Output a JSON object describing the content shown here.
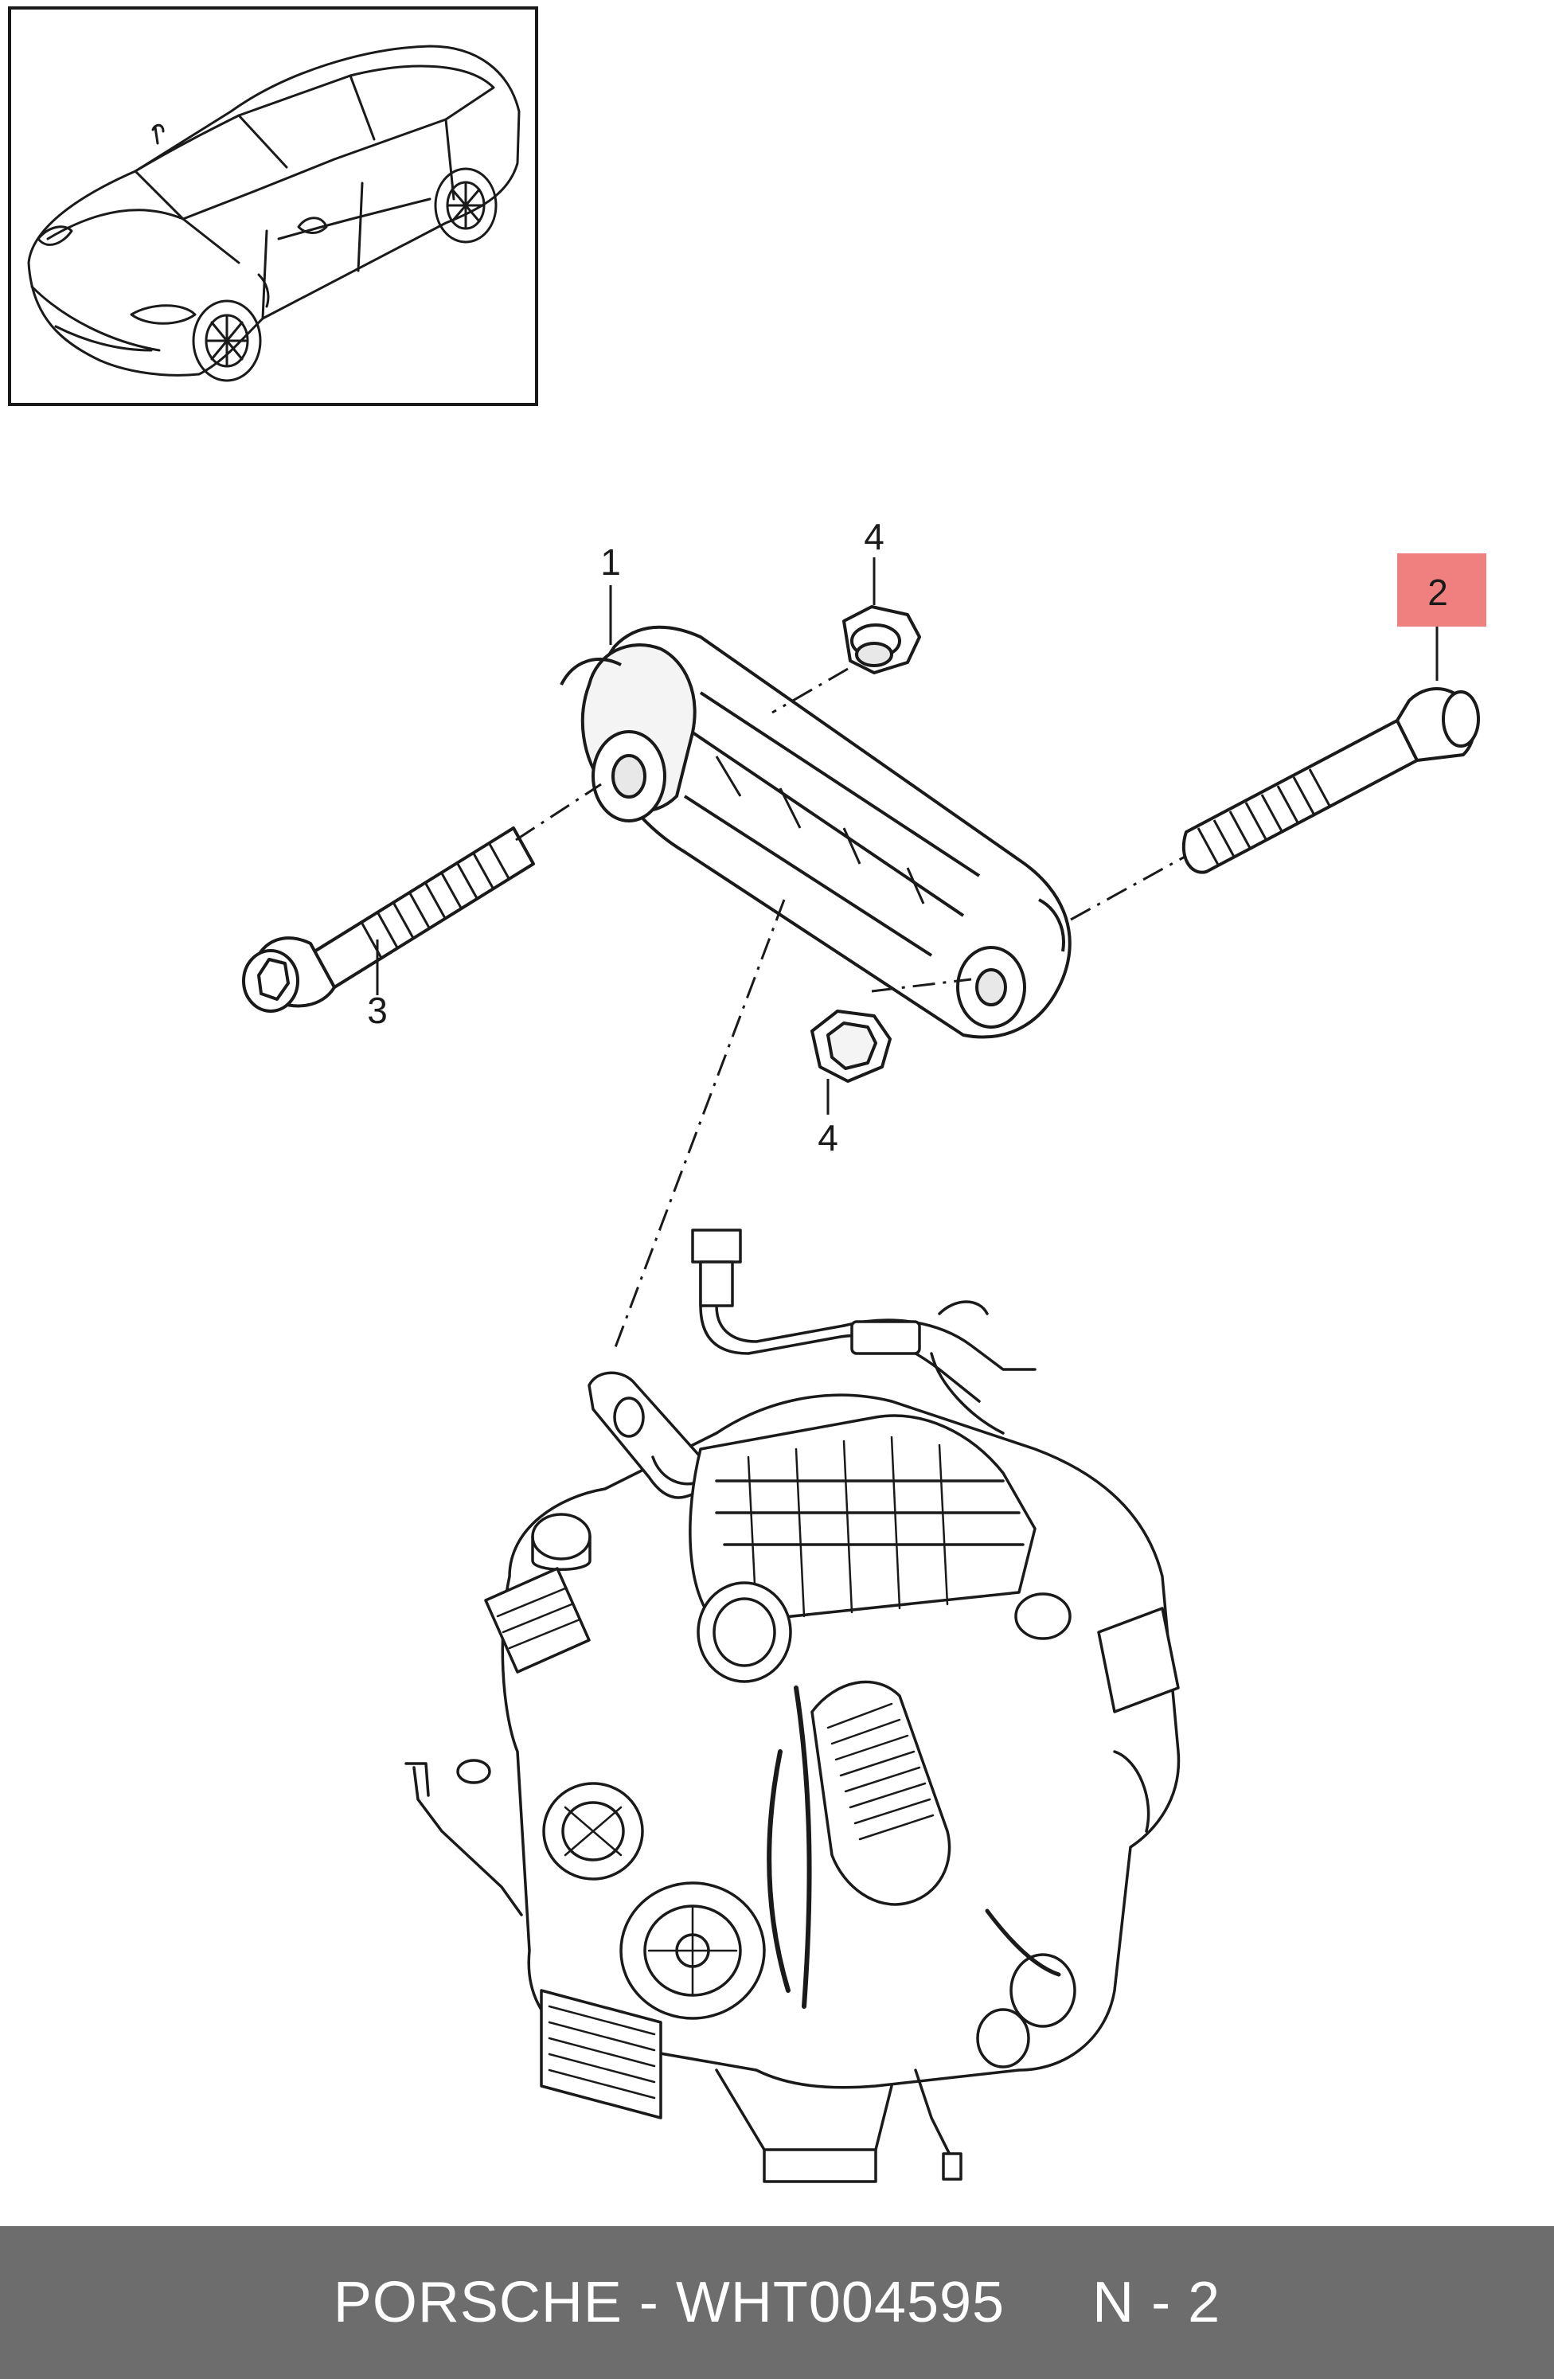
{
  "callouts": {
    "part_1": "1",
    "part_2": "2",
    "part_3": "3",
    "part_4_top": "4",
    "part_4_bottom": "4"
  },
  "highlight_color": "#f08080",
  "footer": {
    "part_code": "PORSCHE - WHT004595",
    "position": "N - 2",
    "background": "#6d6d6d"
  }
}
